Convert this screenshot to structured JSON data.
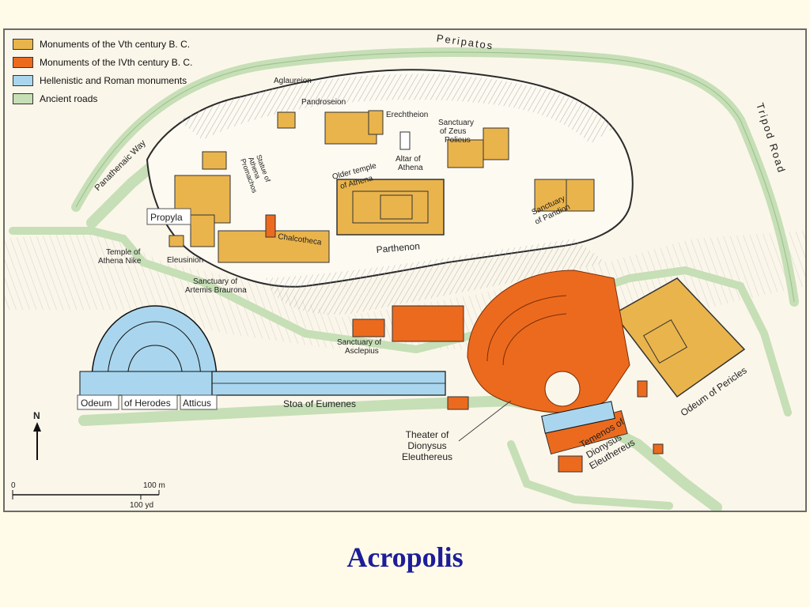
{
  "title": "Acropolis",
  "colors": {
    "vth_century": "#eab44c",
    "ivth_century": "#ec6a1e",
    "hellenistic_roman": "#a9d6ee",
    "ancient_roads": "#c6dfb6"
  },
  "legend": [
    {
      "label": "Monuments of the Vth century B. C.",
      "color": "#eab44c"
    },
    {
      "label": "Monuments of the IVth century B. C.",
      "color": "#ec6a1e"
    },
    {
      "label": "Hellenistic and Roman monuments",
      "color": "#a9d6ee"
    },
    {
      "label": "Ancient roads",
      "color": "#c6dfb6"
    }
  ],
  "roads": {
    "peripatos": "Peripatos",
    "tripod_road": "Tripod Road",
    "panathenaic_way": "Panathenaic Way"
  },
  "places": {
    "aglaureion": "Aglaureion",
    "pandroseion": "Pandroseion",
    "erechtheion": "Erechtheion",
    "sanctuary_zeus": [
      "Sanctuary",
      "of Zeus",
      "Polieus"
    ],
    "statue_athena": [
      "Statue of",
      "Athena",
      "Promachos"
    ],
    "older_temple": [
      "Older temple",
      "of Athena"
    ],
    "altar_athena": [
      "Altar of",
      "Athena"
    ],
    "sanctuary_pandion": [
      "Sanctuary",
      "of Pandion"
    ],
    "propyla": "Propyla",
    "chalcotheca": "Chalcotheca",
    "parthenon": "Parthenon",
    "temple_nike": [
      "Temple of",
      "Athena Nike"
    ],
    "eleusinion": "Eleusinion",
    "sanctuary_artemis": [
      "Sanctuary of",
      "Artemis Braurona"
    ],
    "sanctuary_asclepius": [
      "Sanctuary of",
      "Asclepius"
    ],
    "odeum_herodes": [
      "Odeum",
      "of Herodes",
      "Atticus"
    ],
    "stoa_eumenes": "Stoa of Eumenes",
    "theater_dionysus": [
      "Theater of",
      "Dionysus",
      "Eleuthereus"
    ],
    "temenos_dionysus": [
      "Temenos of",
      "Dionysus",
      "Eleuthereus"
    ],
    "odeum_pericles": "Odeum of Pericles"
  },
  "north_label": "N",
  "scale": {
    "zero": "0",
    "meters": "100 m",
    "yards": "100 yd"
  }
}
